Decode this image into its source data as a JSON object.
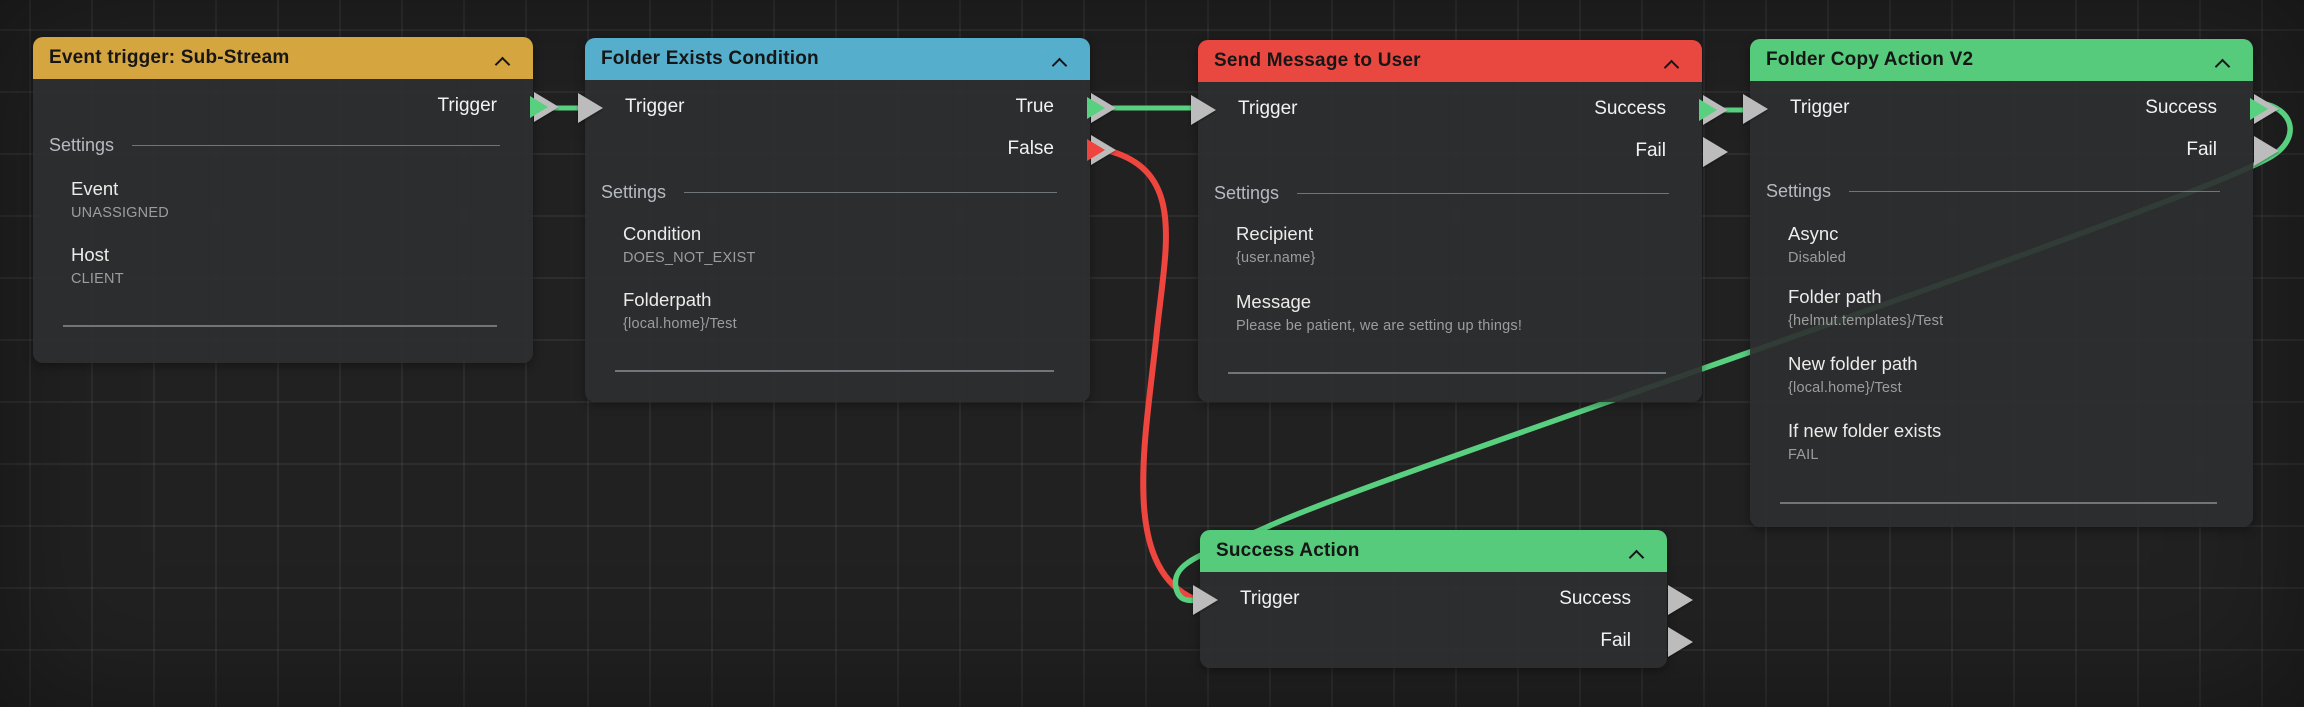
{
  "app": {
    "type": "workflow-node-editor"
  },
  "colors": {
    "canvas_bg": "#212121",
    "grid_line": "#303030",
    "node_body": "#2e2f30",
    "header_gold": "#d5a53f",
    "header_blue": "#55aecb",
    "header_red": "#e94840",
    "header_green": "#57cb7c",
    "wire_green": "#58d080",
    "wire_red": "#ee453e",
    "port_silver": "#bcbcbc"
  },
  "nodes": [
    {
      "title": "Event trigger: Sub-Stream",
      "header_color": "#d5a53f",
      "collapse_icon": "chevron-up",
      "settings_label": "Settings",
      "outputs": [
        {
          "label": "Trigger",
          "wire": "green"
        }
      ],
      "inputs": [],
      "settings": [
        {
          "label": "Event",
          "value": "UNASSIGNED"
        },
        {
          "label": "Host",
          "value": "CLIENT"
        }
      ]
    },
    {
      "title": "Folder Exists Condition",
      "header_color": "#55aecb",
      "collapse_icon": "chevron-up",
      "settings_label": "Settings",
      "inputs": [
        {
          "label": "Trigger",
          "wire": "green"
        }
      ],
      "outputs": [
        {
          "label": "True",
          "wire": "green"
        },
        {
          "label": "False",
          "wire": "red"
        }
      ],
      "settings": [
        {
          "label": "Condition",
          "value": "DOES_NOT_EXIST"
        },
        {
          "label": "Folderpath",
          "value": "{local.home}/Test"
        }
      ]
    },
    {
      "title": "Send Message to User",
      "header_color": "#e94840",
      "collapse_icon": "chevron-up",
      "settings_label": "Settings",
      "inputs": [
        {
          "label": "Trigger",
          "wire": "green"
        }
      ],
      "outputs": [
        {
          "label": "Success",
          "wire": "green"
        },
        {
          "label": "Fail",
          "wire": null
        }
      ],
      "settings": [
        {
          "label": "Recipient",
          "value": "{user.name}"
        },
        {
          "label": "Message",
          "value": "Please be patient, we are setting up things!"
        }
      ]
    },
    {
      "title": "Folder Copy Action V2",
      "header_color": "#57cb7c",
      "collapse_icon": "chevron-up",
      "settings_label": "Settings",
      "inputs": [
        {
          "label": "Trigger",
          "wire": "green"
        }
      ],
      "outputs": [
        {
          "label": "Success",
          "wire": "green"
        },
        {
          "label": "Fail",
          "wire": null
        }
      ],
      "settings": [
        {
          "label": "Async",
          "value": "Disabled"
        },
        {
          "label": "Folder path",
          "value": "{helmut.templates}/Test"
        },
        {
          "label": "New folder path",
          "value": "{local.home}/Test"
        },
        {
          "label": "If new folder exists",
          "value": "FAIL"
        }
      ]
    },
    {
      "title": "Success Action",
      "header_color": "#57cb7c",
      "collapse_icon": "chevron-up",
      "inputs": [
        {
          "label": "Trigger",
          "wire": "green,red"
        }
      ],
      "outputs": [
        {
          "label": "Success",
          "wire": null
        },
        {
          "label": "Fail",
          "wire": null
        }
      ],
      "settings": []
    }
  ],
  "connections": [
    {
      "from": "Event trigger: Sub-Stream / Trigger",
      "to": "Folder Exists Condition / Trigger",
      "color": "#58d080"
    },
    {
      "from": "Folder Exists Condition / True",
      "to": "Send Message to User / Trigger",
      "color": "#58d080"
    },
    {
      "from": "Folder Exists Condition / False",
      "to": "Success Action / Trigger",
      "color": "#ee453e"
    },
    {
      "from": "Send Message to User / Success",
      "to": "Folder Copy Action V2 / Trigger",
      "color": "#58d080"
    },
    {
      "from": "Folder Copy Action V2 / Success",
      "to": "Success Action / Trigger",
      "color": "#58d080"
    }
  ]
}
